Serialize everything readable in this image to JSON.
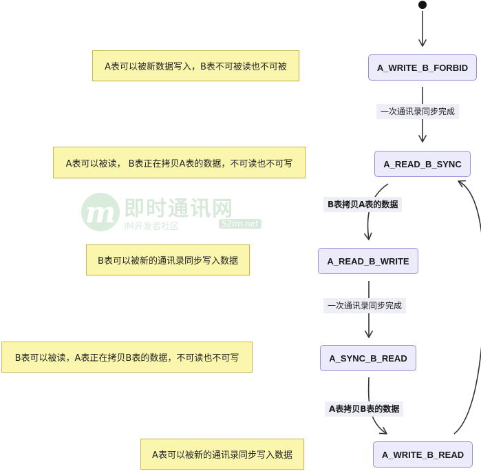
{
  "states": [
    {
      "id": "a_write_b_forbid",
      "label": "A_WRITE_B_FORBID"
    },
    {
      "id": "a_read_b_sync",
      "label": "A_READ_B_SYNC"
    },
    {
      "id": "a_read_b_write",
      "label": "A_READ_B_WRITE"
    },
    {
      "id": "a_sync_b_read",
      "label": "A_SYNC_B_READ"
    },
    {
      "id": "a_write_b_read",
      "label": "A_WRITE_B_READ"
    }
  ],
  "transitions": [
    {
      "from": "initial",
      "to": "a_write_b_forbid",
      "label": ""
    },
    {
      "from": "a_write_b_forbid",
      "to": "a_read_b_sync",
      "label": "一次通讯录同步完成"
    },
    {
      "from": "a_read_b_sync",
      "to": "a_read_b_write",
      "label": "B表拷贝A表的数据"
    },
    {
      "from": "a_read_b_write",
      "to": "a_sync_b_read",
      "label": "一次通讯录同步完成"
    },
    {
      "from": "a_sync_b_read",
      "to": "a_write_b_read",
      "label": "A表拷贝B表的数据"
    },
    {
      "from": "a_write_b_read",
      "to": "a_read_b_sync",
      "label": ""
    }
  ],
  "notes": [
    {
      "for": "a_write_b_forbid",
      "text": "A表可以被新数据写入，B表不可被读也不可被"
    },
    {
      "for": "a_read_b_sync",
      "text": "A表可以被读，  B表正在拷贝A表的数据，不可读也不可写"
    },
    {
      "for": "a_read_b_write",
      "text": "B表可以被新的通讯录同步写入数据"
    },
    {
      "for": "a_sync_b_read",
      "text": "B表可以被读，A表正在拷贝B表的数据，不可读也不可写"
    },
    {
      "for": "a_write_b_read",
      "text": "A表可以被新的通讯录同步写入数据"
    }
  ],
  "watermark": {
    "logo_letter": "m",
    "title": "即时通讯网",
    "subtitle": "IM开发者社区",
    "domain": "52im.net"
  },
  "colors": {
    "state_fill": "#ecebfb",
    "state_border": "#9a8fd6",
    "note_fill": "#fbf6ae",
    "note_border": "#c8b84e",
    "edge": "#333333"
  }
}
